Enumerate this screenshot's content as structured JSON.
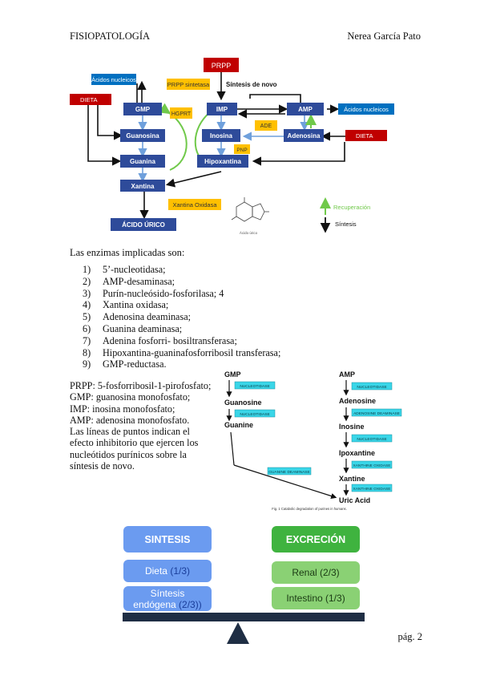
{
  "header": {
    "left": "FISIOPATOLOGÍA",
    "right": "Nerea García Pato"
  },
  "diagram1": {
    "prpp": "PRPP",
    "prpp_sintetasa": "PRPP sintetasa",
    "sintesis_de_novo": "Síntesis de novo",
    "acidos_nucleicos_left": "Ácidos nucleicos",
    "acidos_nucleicos_right": "Ácidos nucleicos",
    "dieta_left": "DIETA",
    "dieta_right": "DIETA",
    "gmp": "GMP",
    "imp": "IMP",
    "amp": "AMP",
    "hgprt": "HGPRT",
    "ade": "ADE",
    "pnp": "PNP",
    "guanosina": "Guanosina",
    "inosina": "Inosina",
    "adenosina": "Adenosina",
    "guanina": "Guanina",
    "hipoxantina": "Hipoxantina",
    "xantina": "Xantina",
    "xantina_oxidasa": "Xantina Oxidasa",
    "acido_urico": "ÁCIDO ÚRICO",
    "legend_recuperacion": "Recuperación",
    "legend_sintesis": "Síntesis",
    "structure_caption": "Ácido úrico",
    "colors": {
      "dark_blue": "#2e4b9a",
      "red": "#c00000",
      "orange": "#ffc000",
      "light_blue": "#0070c0",
      "green": "#70c94a",
      "arrow_blue": "#6fa0dc"
    }
  },
  "intro": "Las enzimas implicadas son:",
  "enzymes": [
    {
      "num": "1)",
      "text": "5’-nucleotidasa;"
    },
    {
      "num": "2)",
      "text": "AMP-desaminasa;"
    },
    {
      "num": "3)",
      "text": "Purín-nucleósido-fosforilasa; 4"
    },
    {
      "num": "4)",
      "text": "Xantina oxidasa;"
    },
    {
      "num": "5)",
      "text": "Adenosina deaminasa;"
    },
    {
      "num": "6)",
      "text": "Guanina deaminasa;"
    },
    {
      "num": "7)",
      "text": "Adenina fosforri- bosiltransferasa;"
    },
    {
      "num": "8)",
      "text": "Hipoxantina-guaninafosforribosil transferasa;"
    },
    {
      "num": "9)",
      "text": "GMP-reductasa."
    }
  ],
  "abbreviations": [
    "PRPP: 5-fosforribosil-1-pirofosfato;",
    "GMP: guanosina monofosfato;",
    "IMP: inosina monofosfato;",
    "AMP: adenosina monofosfato.",
    "Las líneas de puntos indican el",
    "efecto inhibitorio que ejercen los",
    "nucleótidos purínicos sobre la",
    "síntesis de novo."
  ],
  "diagram2": {
    "gmp": "GMP",
    "guanosine": "Guanosine",
    "guanine": "Guanine",
    "amp": "AMP",
    "adenosine": "Adenosine",
    "inosine": "Inosine",
    "ipoxantine": "Ipoxantine",
    "xantine": "Xantine",
    "uric_acid": "Uric Acid",
    "enz_nucleotidase_1": "NUCLEOTIDASE",
    "enz_nucleotidase_2": "NUCLEOTIDASE",
    "enz_guanine_deaminase": "GUANINE DEAMINASE",
    "enz_nucleotidase_3": "NUCLEOTIDASE",
    "enz_adenosine_deaminase": "ADENOSINE DEAMINASE",
    "enz_nucleotidase_4": "NUCLEOTIDASE",
    "enz_xanthine_oxidase_1": "XANTHINE OXIDASE",
    "enz_xanthine_oxidase_2": "XANTHINE OXIDASE",
    "caption": "Fig. 1 Catabolic degradation of purines in humans.",
    "colors": {
      "enzyme_fill": "#3ad6e8"
    }
  },
  "balance": {
    "sintesis": "SINTESIS",
    "excrecion": "EXCRECIÓN",
    "dieta": "Dieta",
    "dieta_frac": "(1/3)",
    "sintesis_endogena_1": "Síntesis",
    "sintesis_endogena_2": "endógena",
    "sintesis_endogena_frac": "(2/3))",
    "renal": "Renal (2/3)",
    "intestino": "Intestino (1/3)",
    "colors": {
      "blue": "#6b9bf0",
      "green": "#3fb33f",
      "light_green": "#8ad174",
      "beam": "#1f2e44"
    }
  },
  "footer": {
    "page": "pág. 2"
  }
}
